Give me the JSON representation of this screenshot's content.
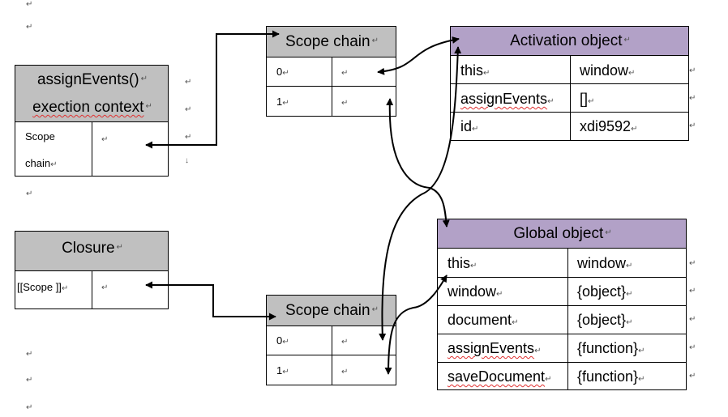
{
  "execution_context": {
    "title_line1": "assignEvents()",
    "title_line2": "exection context",
    "row_label_line1": "Scope",
    "row_label_line2": "chain"
  },
  "closure": {
    "title": "Closure",
    "row_label": "[[Scope ]]"
  },
  "scope_chain_top": {
    "title": "Scope chain",
    "rows": [
      "0",
      "1"
    ]
  },
  "scope_chain_bottom": {
    "title": "Scope chain",
    "rows": [
      "0",
      "1"
    ]
  },
  "activation_object": {
    "title": "Activation object",
    "rows": [
      {
        "key": "this",
        "value": "window"
      },
      {
        "key": "assignEvents",
        "value": "[]"
      },
      {
        "key": "id",
        "value": "xdi9592"
      }
    ]
  },
  "global_object": {
    "title": "Global object",
    "rows": [
      {
        "key": "this",
        "value": "window"
      },
      {
        "key": "window",
        "value": "{object}"
      },
      {
        "key": "document",
        "value": "{object}"
      },
      {
        "key": "assignEvents",
        "value": "{function}"
      },
      {
        "key": "saveDocument",
        "value": "{function}"
      }
    ]
  },
  "marks": {
    "return": "↵",
    "down": "↓"
  },
  "colors": {
    "gray_header": "#c0c0c0",
    "purple_header": "#b2a1c7",
    "spell_underline": "#e03030"
  }
}
